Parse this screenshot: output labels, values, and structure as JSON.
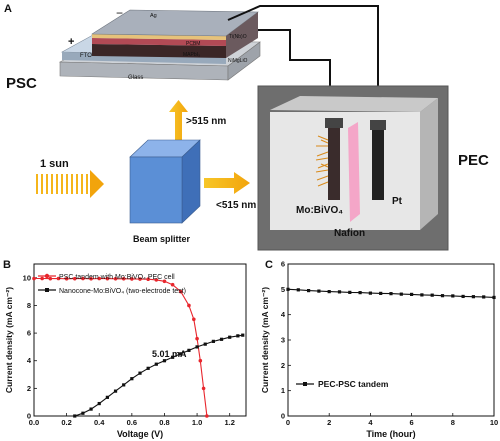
{
  "panel_a": {
    "letter": "A",
    "psc_label": "PSC",
    "pec_label": "PEC",
    "layers": {
      "ag": "Ag",
      "tinbo": "Ti(Nb)O",
      "pcbm": "PCBM",
      "mapb": "MAPbI₃",
      "nimglio": "NiMgLiO",
      "fto": "FTO",
      "glass": "Glass"
    },
    "minus": "−",
    "plus": "+",
    "sun_label": "1 sun",
    "splitter_label": "Beam splitter",
    "up_label": ">515 nm",
    "right_label": "<515 nm",
    "electrode_label": "Mo:BiVO₄",
    "pt_label": "Pt",
    "nafion_label": "Nafion",
    "colors": {
      "cube": "#5b8fd6",
      "arrow": "#f2b418",
      "pec_bg": "#6e6e6e",
      "nafion": "#f4a6c8"
    }
  },
  "panel_b": {
    "letter": "B",
    "annotation": "5.01 mA"
  },
  "panel_c": {
    "letter": "C"
  },
  "chart_data": [
    {
      "type": "line",
      "panel": "B",
      "xlabel": "Voltage (V)",
      "ylabel": "Current density (mA cm⁻²)",
      "xlim": [
        0.0,
        1.3
      ],
      "ylim": [
        0,
        11
      ],
      "xticks": [
        "0.0",
        "0.2",
        "0.4",
        "0.6",
        "0.8",
        "1.0",
        "1.2"
      ],
      "yticks": [
        "0",
        "2",
        "4",
        "6",
        "8",
        "10"
      ],
      "grid": false,
      "legend_position": "top-left",
      "series": [
        {
          "name": "PSC tandem with Mo:BiVO₄ PEC cell",
          "color": "#e8262d",
          "marker": "circle",
          "points": [
            [
              0.0,
              9.95
            ],
            [
              0.05,
              9.95
            ],
            [
              0.1,
              9.94
            ],
            [
              0.15,
              9.95
            ],
            [
              0.2,
              9.93
            ],
            [
              0.25,
              9.94
            ],
            [
              0.3,
              9.95
            ],
            [
              0.35,
              9.93
            ],
            [
              0.4,
              9.95
            ],
            [
              0.45,
              9.94
            ],
            [
              0.5,
              9.93
            ],
            [
              0.55,
              9.93
            ],
            [
              0.6,
              9.92
            ],
            [
              0.65,
              9.91
            ],
            [
              0.7,
              9.9
            ],
            [
              0.75,
              9.85
            ],
            [
              0.8,
              9.75
            ],
            [
              0.85,
              9.5
            ],
            [
              0.9,
              9.0
            ],
            [
              0.95,
              8.0
            ],
            [
              0.98,
              7.0
            ],
            [
              1.0,
              5.6
            ],
            [
              1.02,
              4.0
            ],
            [
              1.04,
              2.0
            ],
            [
              1.06,
              0.0
            ]
          ]
        },
        {
          "name": "Nanocone-Mo:BiVO₄ (two-electrode test)",
          "color": "#111111",
          "marker": "square",
          "points": [
            [
              0.25,
              0.0
            ],
            [
              0.3,
              0.2
            ],
            [
              0.35,
              0.5
            ],
            [
              0.4,
              0.9
            ],
            [
              0.45,
              1.35
            ],
            [
              0.5,
              1.8
            ],
            [
              0.55,
              2.25
            ],
            [
              0.6,
              2.7
            ],
            [
              0.65,
              3.1
            ],
            [
              0.7,
              3.45
            ],
            [
              0.75,
              3.75
            ],
            [
              0.8,
              4.0
            ],
            [
              0.85,
              4.25
            ],
            [
              0.9,
              4.5
            ],
            [
              0.95,
              4.75
            ],
            [
              1.0,
              5.0
            ],
            [
              1.05,
              5.2
            ],
            [
              1.1,
              5.4
            ],
            [
              1.15,
              5.55
            ],
            [
              1.2,
              5.7
            ],
            [
              1.25,
              5.8
            ],
            [
              1.28,
              5.85
            ]
          ]
        }
      ]
    },
    {
      "type": "line",
      "panel": "C",
      "xlabel": "Time (hour)",
      "ylabel": "Current density (mA cm⁻²)",
      "xlim": [
        0,
        10
      ],
      "ylim": [
        0,
        6
      ],
      "xticks": [
        "0",
        "2",
        "4",
        "6",
        "8",
        "10"
      ],
      "yticks": [
        "0",
        "1",
        "2",
        "3",
        "4",
        "5",
        "6"
      ],
      "grid": false,
      "legend_position": "bottom-left",
      "series": [
        {
          "name": "PEC-PSC tandem",
          "color": "#111111",
          "marker": "square",
          "points": [
            [
              0,
              5.0
            ],
            [
              0.5,
              4.98
            ],
            [
              1,
              4.95
            ],
            [
              1.5,
              4.93
            ],
            [
              2,
              4.91
            ],
            [
              2.5,
              4.9
            ],
            [
              3,
              4.88
            ],
            [
              3.5,
              4.87
            ],
            [
              4,
              4.85
            ],
            [
              4.5,
              4.84
            ],
            [
              5,
              4.83
            ],
            [
              5.5,
              4.81
            ],
            [
              6,
              4.8
            ],
            [
              6.5,
              4.78
            ],
            [
              7,
              4.77
            ],
            [
              7.5,
              4.75
            ],
            [
              8,
              4.74
            ],
            [
              8.5,
              4.72
            ],
            [
              9,
              4.71
            ],
            [
              9.5,
              4.7
            ],
            [
              10,
              4.68
            ]
          ]
        }
      ]
    }
  ]
}
